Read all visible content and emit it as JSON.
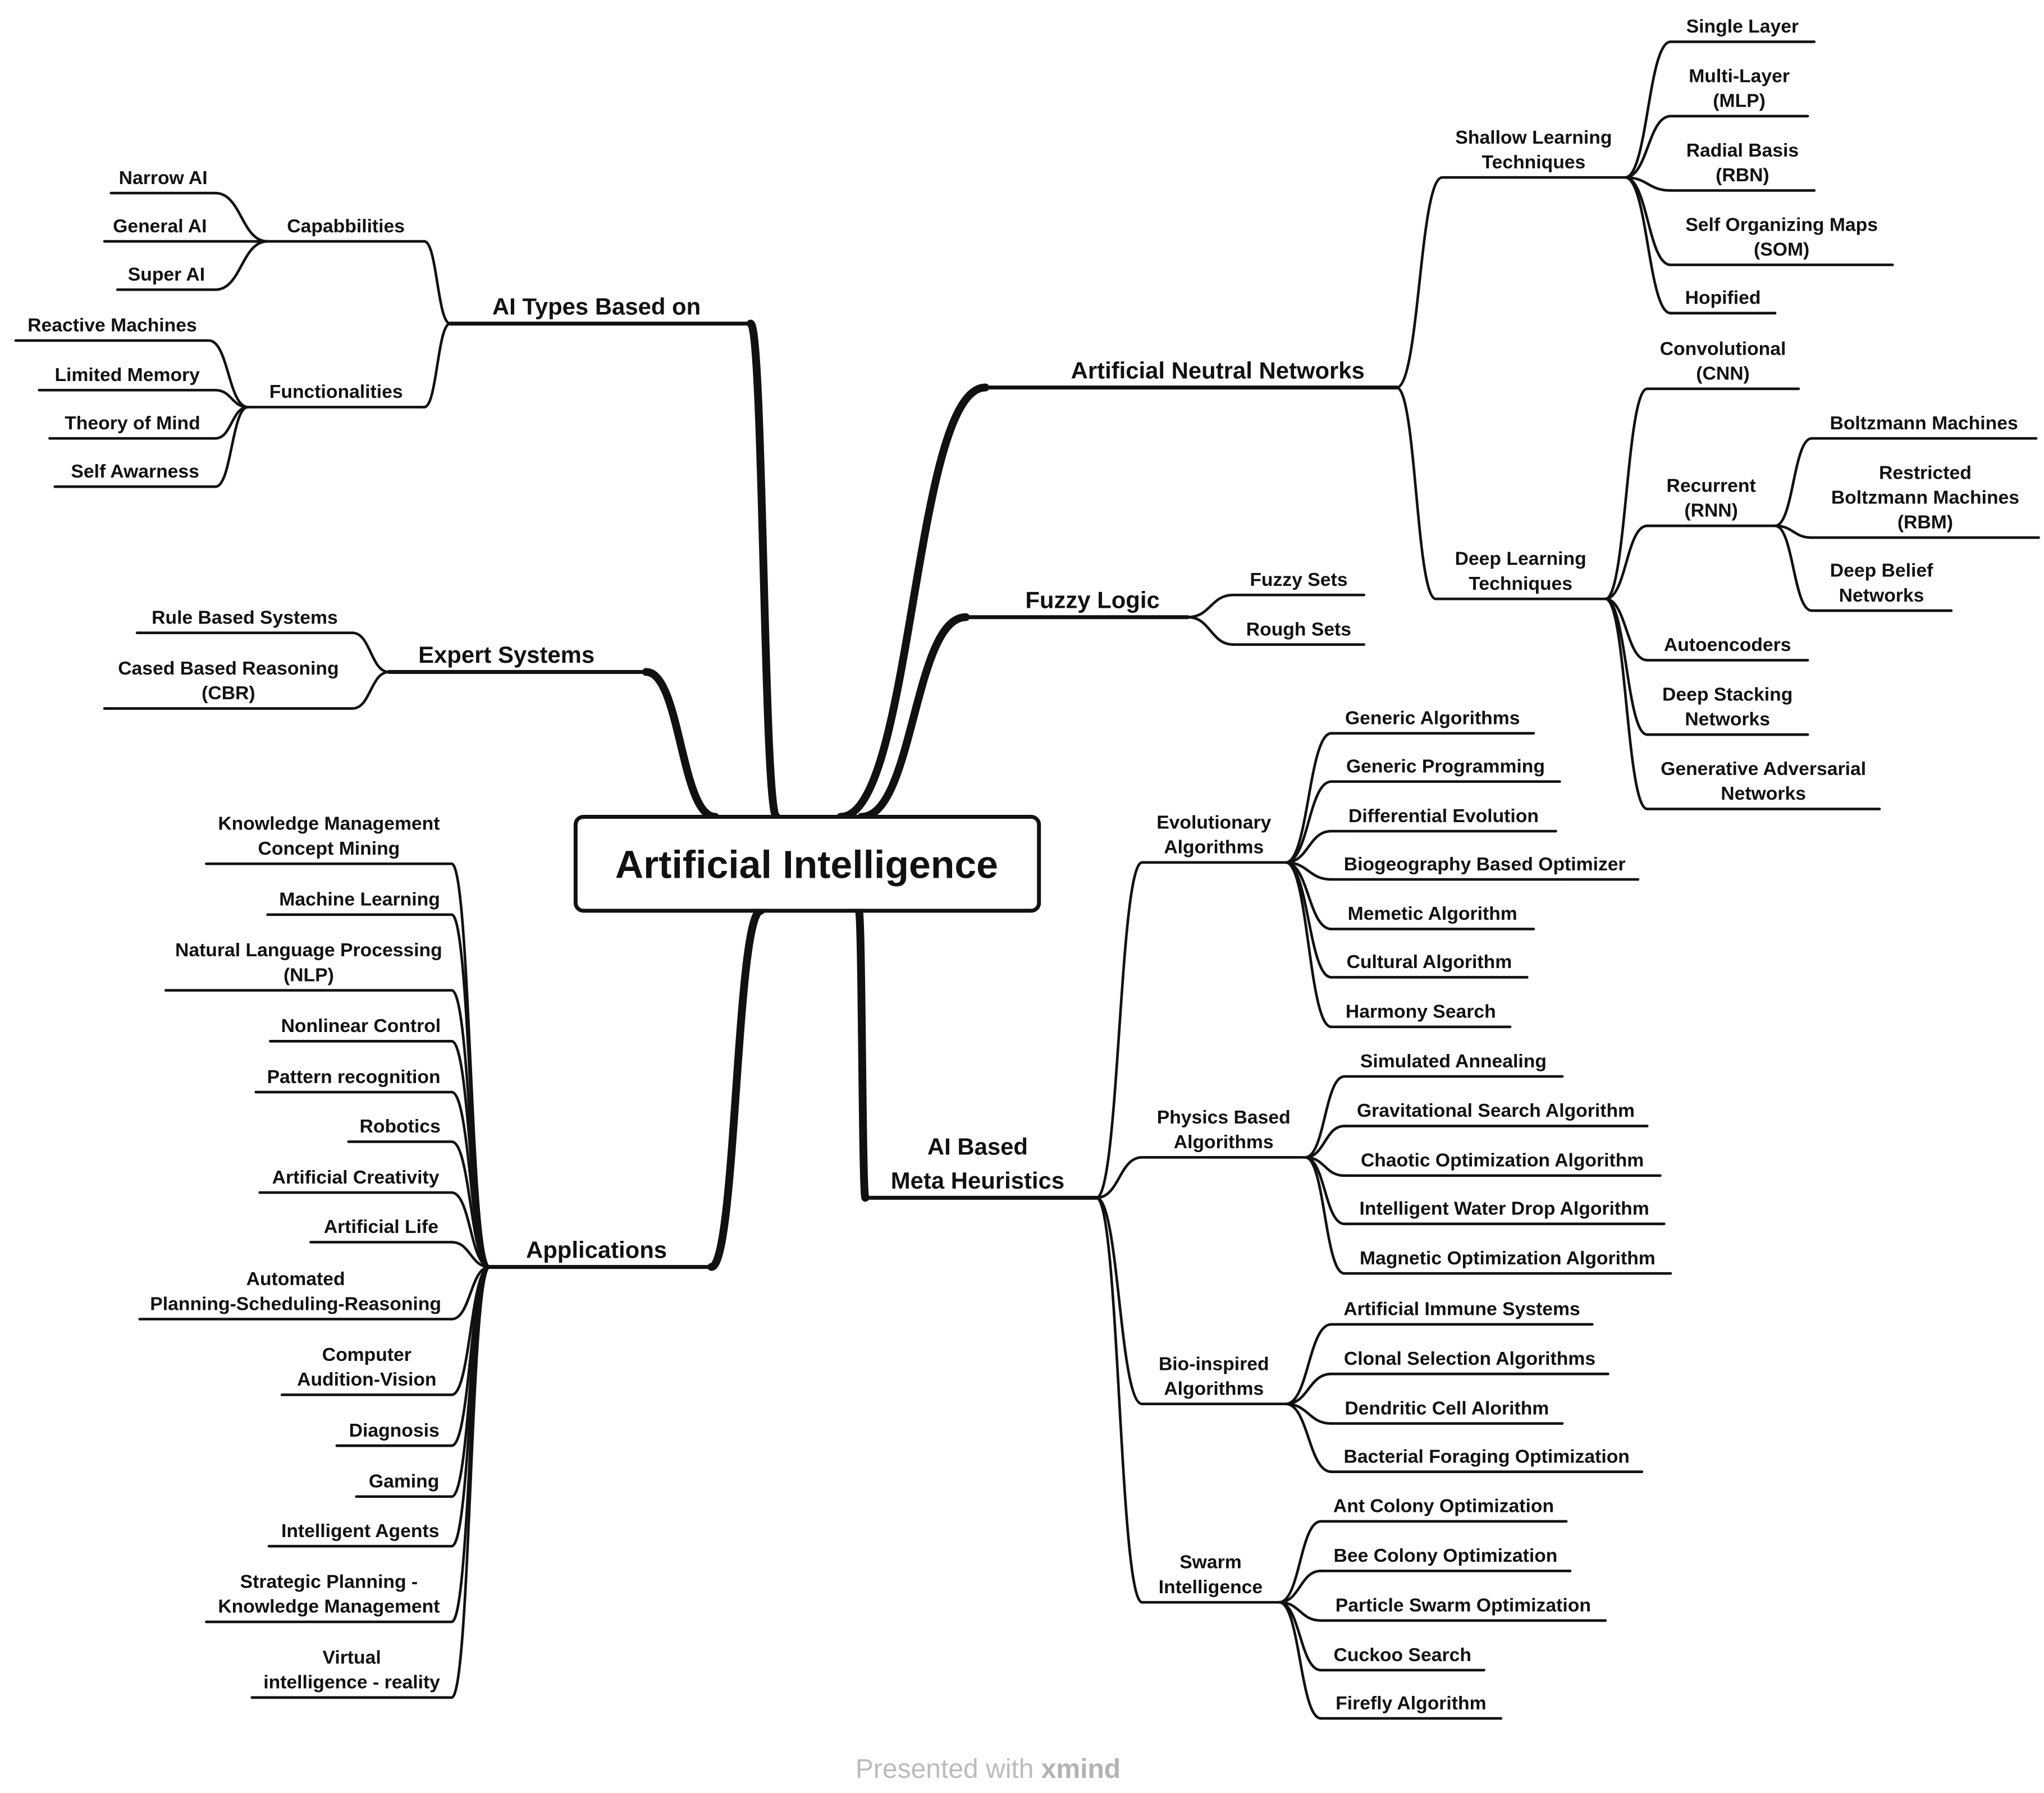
{
  "root": {
    "label": "Artificial Intelligence"
  },
  "branches": {
    "ai_types": {
      "label": "AI Types Based on",
      "capabilities": {
        "label": "Capabbilities",
        "items": [
          "Narrow AI",
          "General AI",
          "Super AI"
        ]
      },
      "functionalities": {
        "label": "Functionalities",
        "items": [
          "Reactive Machines",
          "Limited Memory",
          "Theory of Mind",
          "Self Awarness"
        ]
      }
    },
    "expert_systems": {
      "label": "Expert Systems",
      "items": [
        [
          "Rule Based Systems"
        ],
        [
          "Cased Based Reasoning",
          "(CBR)"
        ]
      ]
    },
    "applications": {
      "label": "Applications",
      "items": [
        [
          "Knowledge Management",
          "Concept Mining"
        ],
        [
          "Machine Learning"
        ],
        [
          "Natural Language Processing",
          "(NLP)"
        ],
        [
          "Nonlinear Control"
        ],
        [
          "Pattern recognition"
        ],
        [
          "Robotics"
        ],
        [
          "Artificial Creativity"
        ],
        [
          "Artificial Life"
        ],
        [
          "Automated",
          "Planning-Scheduling-Reasoning"
        ],
        [
          "Computer",
          "Audition-Vision"
        ],
        [
          "Diagnosis"
        ],
        [
          "Gaming"
        ],
        [
          "Intelligent Agents"
        ],
        [
          "Strategic Planning -",
          "Knowledge Management"
        ],
        [
          "Virtual",
          "intelligence - reality"
        ]
      ]
    },
    "ann": {
      "label": "Artificial Neutral Networks",
      "shallow": {
        "label": [
          "Shallow Learning",
          "Techniques"
        ],
        "items": [
          [
            "Single Layer"
          ],
          [
            "Multi-Layer",
            "(MLP)"
          ],
          [
            "Radial Basis",
            "(RBN)"
          ],
          [
            "Self Organizing Maps",
            "(SOM)"
          ],
          [
            "Hopified"
          ]
        ]
      },
      "deep": {
        "label": [
          "Deep Learning",
          "Techniques"
        ],
        "cnn": [
          "Convolutional",
          "(CNN)"
        ],
        "rnn": {
          "label": [
            "Recurrent",
            "(RNN)"
          ],
          "items": [
            [
              "Boltzmann Machines"
            ],
            [
              "Restricted",
              "Boltzmann Machines",
              "(RBM)"
            ],
            [
              "Deep Belief",
              "Networks"
            ]
          ]
        },
        "others": [
          [
            "Autoencoders"
          ],
          [
            "Deep Stacking",
            "Networks"
          ],
          [
            "Generative Adversarial",
            "Networks"
          ]
        ]
      }
    },
    "fuzzy": {
      "label": "Fuzzy Logic",
      "items": [
        "Fuzzy Sets",
        "Rough Sets"
      ]
    },
    "meta": {
      "label": [
        "AI Based",
        "Meta Heuristics"
      ],
      "evolutionary": {
        "label": [
          "Evolutionary",
          "Algorithms"
        ],
        "items": [
          "Generic Algorithms",
          "Generic Programming",
          "Differential Evolution",
          "Biogeography Based Optimizer",
          "Memetic Algorithm",
          "Cultural Algorithm",
          "Harmony Search"
        ]
      },
      "physics": {
        "label": [
          "Physics Based",
          "Algorithms"
        ],
        "items": [
          "Simulated Annealing",
          "Gravitational Search Algorithm",
          "Chaotic Optimization Algorithm",
          "Intelligent Water Drop Algorithm",
          "Magnetic Optimization Algorithm"
        ]
      },
      "bio": {
        "label": [
          "Bio-inspired",
          "Algorithms"
        ],
        "items": [
          "Artificial Immune Systems",
          "Clonal Selection Algorithms",
          "Dendritic Cell Alorithm",
          "Bacterial Foraging Optimization"
        ]
      },
      "swarm": {
        "label": [
          "Swarm",
          "Intelligence"
        ],
        "items": [
          "Ant Colony Optimization",
          "Bee Colony Optimization",
          "Particle Swarm Optimization",
          "Cuckoo Search",
          "Firefly Algorithm"
        ]
      }
    }
  },
  "footer": {
    "prefix": "Presented with ",
    "brand": "xmind"
  }
}
